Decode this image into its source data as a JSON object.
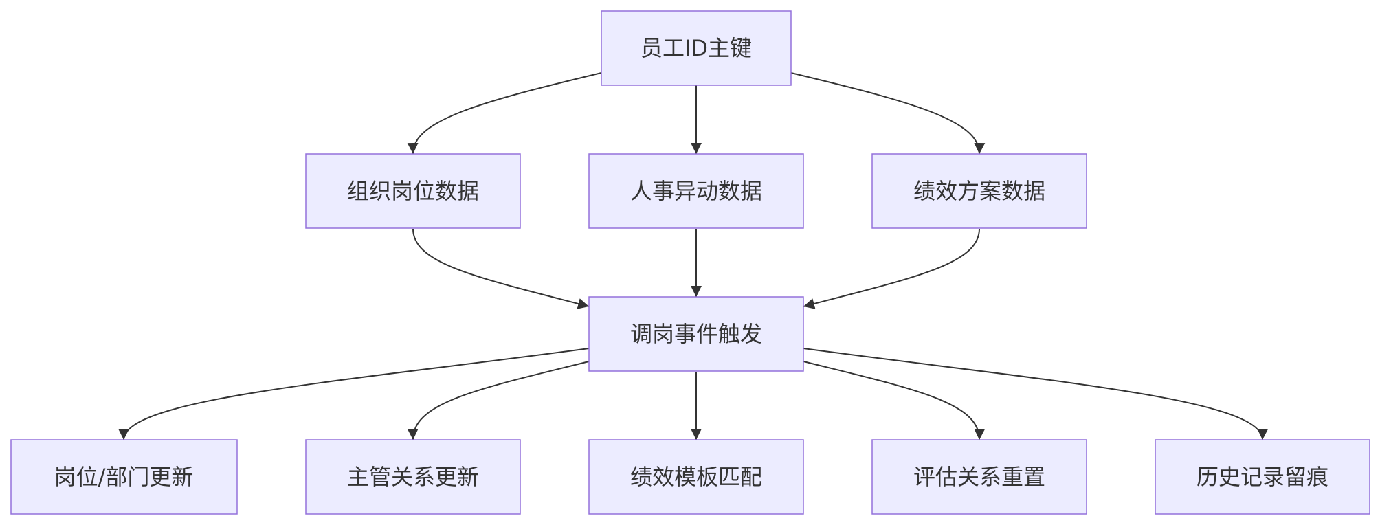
{
  "diagram": {
    "nodes": [
      {
        "id": "employee-id",
        "label": "员工ID主键"
      },
      {
        "id": "org-position",
        "label": "组织岗位数据"
      },
      {
        "id": "personnel-change",
        "label": "人事异动数据"
      },
      {
        "id": "performance-plan",
        "label": "绩效方案数据"
      },
      {
        "id": "transfer-event",
        "label": "调岗事件触发"
      },
      {
        "id": "position-dept-update",
        "label": "岗位/部门更新"
      },
      {
        "id": "supervisor-update",
        "label": "主管关系更新"
      },
      {
        "id": "template-match",
        "label": "绩效模板匹配"
      },
      {
        "id": "evaluation-reset",
        "label": "评估关系重置"
      },
      {
        "id": "history-trace",
        "label": "历史记录留痕"
      }
    ],
    "edges": [
      {
        "from": "employee-id",
        "to": "org-position"
      },
      {
        "from": "employee-id",
        "to": "personnel-change"
      },
      {
        "from": "employee-id",
        "to": "performance-plan"
      },
      {
        "from": "org-position",
        "to": "transfer-event"
      },
      {
        "from": "personnel-change",
        "to": "transfer-event"
      },
      {
        "from": "performance-plan",
        "to": "transfer-event"
      },
      {
        "from": "transfer-event",
        "to": "position-dept-update"
      },
      {
        "from": "transfer-event",
        "to": "supervisor-update"
      },
      {
        "from": "transfer-event",
        "to": "template-match"
      },
      {
        "from": "transfer-event",
        "to": "evaluation-reset"
      },
      {
        "from": "transfer-event",
        "to": "history-trace"
      }
    ],
    "colors": {
      "node_fill": "#ECECFF",
      "node_stroke": "#9370DB",
      "edge": "#333333",
      "text": "#333333"
    }
  }
}
